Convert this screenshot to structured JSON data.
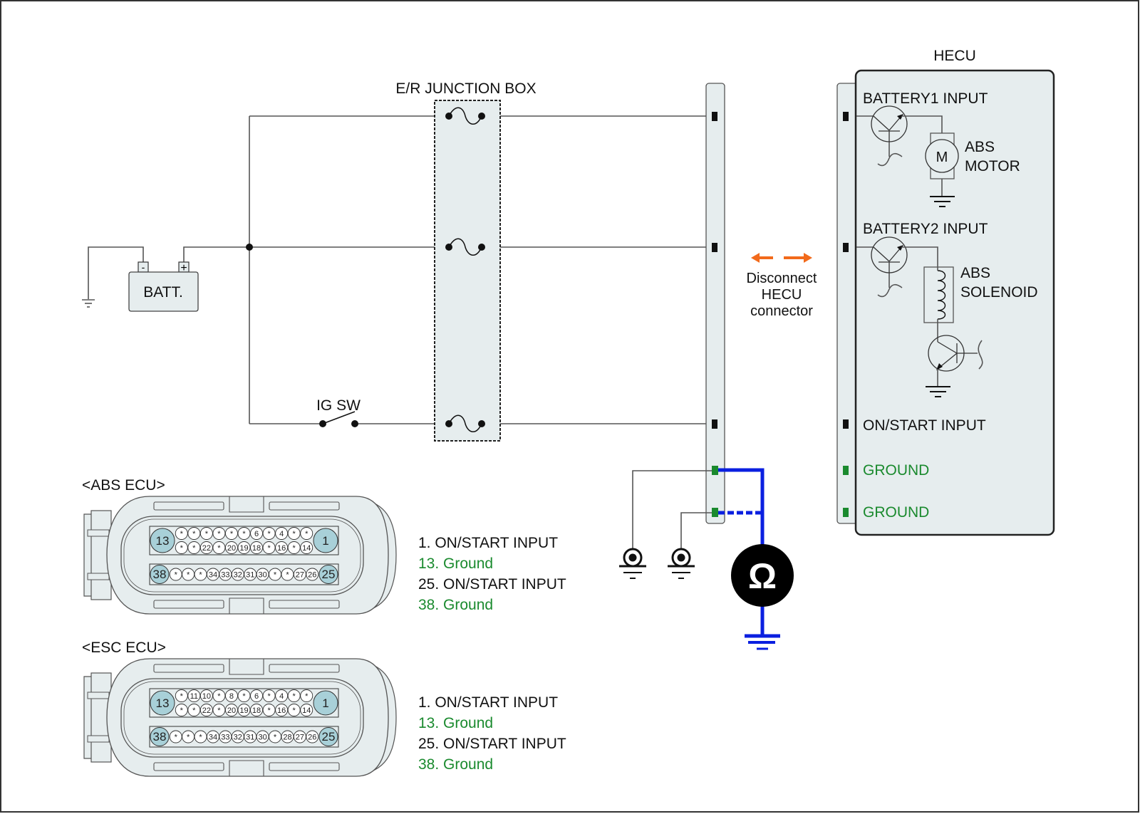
{
  "colors": {
    "panel_fill": "#e6edee",
    "pin_highlight": "#a8d0d8",
    "ground_text": "#1a8a2e",
    "meter_wire": "#0a1fe0",
    "arrow": "#f26a1b"
  },
  "battery": {
    "label": "BATT.",
    "neg": "-",
    "pos": "+"
  },
  "junction_box": {
    "title": "E/R JUNCTION BOX"
  },
  "ig_switch": {
    "label": "IG SW"
  },
  "hecu": {
    "title": "HECU",
    "battery1": "BATTERY1 INPUT",
    "motor_symbol": "M",
    "motor_label_1": "ABS",
    "motor_label_2": "MOTOR",
    "battery2": "BATTERY2 INPUT",
    "solenoid_label_1": "ABS",
    "solenoid_label_2": "SOLENOID",
    "on_start": "ON/START INPUT",
    "ground1": "GROUND",
    "ground2": "GROUND"
  },
  "disconnect_note": {
    "line1": "Disconnect",
    "line2": "HECU",
    "line3": "connector"
  },
  "ohmmeter": {
    "symbol": "Ω",
    "icon": "ohmmeter-icon"
  },
  "abs_ecu": {
    "title": "<ABS ECU>",
    "row1_top": [
      "*",
      "*",
      "*",
      "*",
      "*",
      "*",
      "6",
      "*",
      "4",
      "*",
      "*"
    ],
    "row1_bottom": [
      "*",
      "*",
      "22",
      "*",
      "20",
      "19",
      "18",
      "*",
      "16",
      "*",
      "14"
    ],
    "row2": [
      "*",
      "*",
      "*",
      "34",
      "33",
      "32",
      "31",
      "30",
      "*",
      "*",
      "27",
      "26"
    ],
    "big_pins": {
      "left_top": "13",
      "right_top": "1",
      "left_bottom": "38",
      "right_bottom": "25"
    },
    "legend": [
      {
        "text": "1. ON/START INPUT",
        "type": "signal"
      },
      {
        "text": "13. Ground",
        "type": "ground"
      },
      {
        "text": "25. ON/START INPUT",
        "type": "signal"
      },
      {
        "text": "38. Ground",
        "type": "ground"
      }
    ]
  },
  "esc_ecu": {
    "title": "<ESC ECU>",
    "row1_top": [
      "*",
      "11",
      "10",
      "*",
      "8",
      "*",
      "6",
      "*",
      "4",
      "*",
      "*"
    ],
    "row1_bottom": [
      "*",
      "*",
      "22",
      "*",
      "20",
      "19",
      "18",
      "*",
      "16",
      "*",
      "14"
    ],
    "row2": [
      "*",
      "*",
      "*",
      "34",
      "33",
      "32",
      "31",
      "30",
      "*",
      "28",
      "27",
      "26"
    ],
    "big_pins": {
      "left_top": "13",
      "right_top": "1",
      "left_bottom": "38",
      "right_bottom": "25"
    },
    "legend": [
      {
        "text": "1. ON/START INPUT",
        "type": "signal"
      },
      {
        "text": "13. Ground",
        "type": "ground"
      },
      {
        "text": "25. ON/START INPUT",
        "type": "signal"
      },
      {
        "text": "38. Ground",
        "type": "ground"
      }
    ]
  }
}
